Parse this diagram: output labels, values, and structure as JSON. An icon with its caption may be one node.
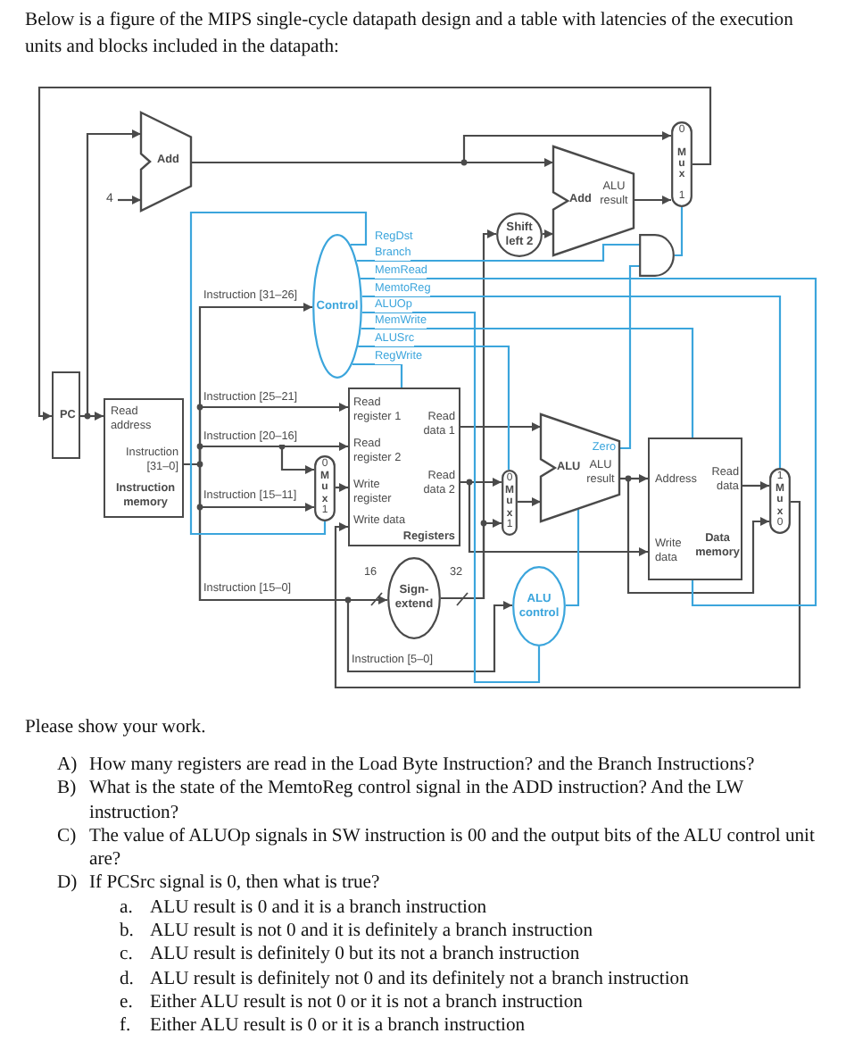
{
  "diagram": {
    "title": "Below is a figure of the MIPS single-cycle datapath design and a table with latencies of the execution units and blocks included in the datapath:",
    "nodes": [
      {
        "text": [
          "Add"
        ]
      },
      {
        "text": [
          "4"
        ]
      },
      {
        "text": [
          "Add",
          "ALU result"
        ]
      },
      {
        "text": [
          "0",
          "Mux",
          "1"
        ]
      },
      {
        "text": [
          "Shift left 2"
        ]
      },
      {
        "text": [],
        "shape": "gate"
      },
      {
        "text": [
          "Control"
        ]
      },
      {
        "text": [
          "PC"
        ]
      },
      {
        "text": [
          "Read address",
          "Instruction [31–0]",
          "Instruction memory"
        ]
      },
      {
        "text": [
          "Read register 1",
          "Read data 1",
          "Read register 2",
          "Write register",
          "Read data 2",
          "Write data",
          "Registers"
        ]
      },
      {
        "text": [
          "0",
          "Mux",
          "1"
        ]
      },
      {
        "text": [
          "Zero",
          "ALU",
          "ALU result"
        ]
      },
      {
        "text": [
          "Address",
          "Read data",
          "Write data",
          "Data memory"
        ]
      },
      {
        "text": [
          "0",
          "Mux",
          "1"
        ]
      },
      {
        "text": [
          "1",
          "Mux",
          "0"
        ]
      },
      {
        "text": [
          "Sign-extend"
        ]
      },
      {
        "text": [
          "ALU control"
        ]
      }
    ],
    "edges": [
      {
        "from": 7,
        "to": 8,
        "arrow": "to"
      },
      {
        "from": 7,
        "to": 0,
        "arrow": "to"
      },
      {
        "from": 1,
        "to": 0,
        "arrow": "to"
      },
      {
        "from": 0,
        "to": 3,
        "arrow": "to"
      },
      {
        "from": 0,
        "to": 2,
        "arrow": "to"
      },
      {
        "from": 2,
        "to": 3,
        "arrow": "to"
      },
      {
        "from": 3,
        "to": 7,
        "arrow": "to"
      },
      {
        "from": 4,
        "to": 2,
        "arrow": "to"
      },
      {
        "from": 8,
        "to": 6,
        "arrow": "to",
        "label": "Instruction [31–26]"
      },
      {
        "from": 8,
        "to": 9,
        "arrow": "to",
        "label": "Instruction [25–21]"
      },
      {
        "from": 8,
        "to": 9,
        "arrow": "to",
        "label": "Instruction [20–16]"
      },
      {
        "from": 8,
        "to": 10,
        "arrow": "to"
      },
      {
        "from": 8,
        "to": 10,
        "arrow": "to",
        "label": "Instruction [15–11]"
      },
      {
        "from": 8,
        "to": 15,
        "arrow": "to",
        "label": "Instruction [15–0]"
      },
      {
        "from": 8,
        "to": 16,
        "arrow": "to",
        "label": "Instruction [5–0]"
      },
      {
        "from": 10,
        "to": 9,
        "arrow": "to"
      },
      {
        "from": 9,
        "to": 11,
        "arrow": "to"
      },
      {
        "from": 9,
        "to": 13,
        "arrow": "to"
      },
      {
        "from": 9,
        "to": 12,
        "arrow": "to"
      },
      {
        "from": 15,
        "to": 13,
        "arrow": "to"
      },
      {
        "from": 15,
        "to": 4,
        "arrow": "to"
      },
      {
        "from": 13,
        "to": 11,
        "arrow": "to"
      },
      {
        "from": 11,
        "to": 12,
        "arrow": "to"
      },
      {
        "from": 11,
        "to": 14,
        "arrow": "to"
      },
      {
        "from": 12,
        "to": 14,
        "arrow": "to"
      },
      {
        "from": 14,
        "to": 9,
        "arrow": "to"
      },
      {
        "from": 11,
        "to": 5,
        "arrow": "none",
        "color": "#3ba5dc"
      },
      {
        "from": 5,
        "to": 3,
        "arrow": "none",
        "color": "#3ba5dc"
      },
      {
        "from": 16,
        "to": 11,
        "arrow": "none",
        "color": "#3ba5dc"
      },
      {
        "from": 6,
        "to": 10,
        "arrow": "none",
        "color": "#3ba5dc",
        "label": "RegDst"
      },
      {
        "from": 6,
        "to": 5,
        "arrow": "none",
        "color": "#3ba5dc",
        "label": "Branch"
      },
      {
        "from": 6,
        "to": 12,
        "arrow": "none",
        "color": "#3ba5dc",
        "label": "MemRead"
      },
      {
        "from": 6,
        "to": 14,
        "arrow": "none",
        "color": "#3ba5dc",
        "label": "MemtoReg"
      },
      {
        "from": 6,
        "to": 16,
        "arrow": "none",
        "color": "#3ba5dc",
        "label": "ALUOp"
      },
      {
        "from": 6,
        "to": 12,
        "arrow": "none",
        "color": "#3ba5dc",
        "label": "MemWrite"
      },
      {
        "from": 6,
        "to": 13,
        "arrow": "none",
        "color": "#3ba5dc",
        "label": "ALUSrc"
      },
      {
        "from": 6,
        "to": 9,
        "arrow": "none",
        "color": "#3ba5dc",
        "label": "RegWrite"
      }
    ],
    "labels": [
      "16",
      "32",
      "Please show your work.",
      "A)",
      "How many registers are read in the Load Byte Instruction? and the Branch Instructions?",
      "B)",
      "What is the state of the MemtoReg control signal in the ADD instruction? And the LW instruction?",
      "C)",
      "The value of ALUOp signals in SW instruction is 00 and the output bits of the ALU control unit are?",
      "D)",
      "If PCSrc signal is 0, then what is true?",
      "a.",
      "ALU result is 0 and it is a branch instruction",
      "b.",
      "ALU result is not 0 and it is definitely a branch instruction",
      "c.",
      "ALU result is definitely 0 but its not a branch instruction",
      "d.",
      "ALU result is definitely not 0 and its definitely not a branch instruction",
      "e.",
      "Either ALU result is not 0 or it is not a branch instruction",
      "f.",
      "Either ALU result is 0 or it is a branch instruction"
    ]
  }
}
